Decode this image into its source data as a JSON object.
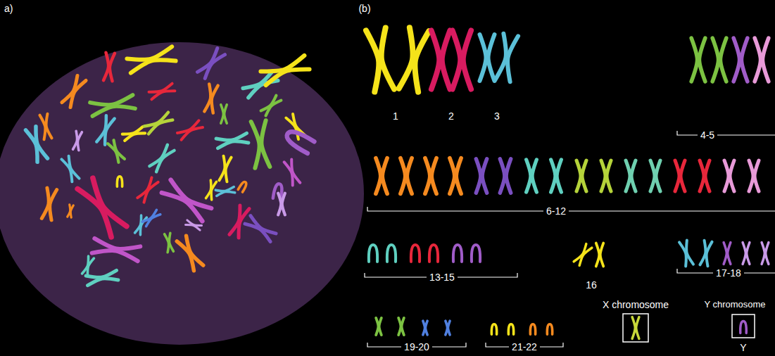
{
  "diagram": {
    "labels": [
      "a)",
      "(b)",
      "1",
      "2",
      "3",
      "4-5",
      "6-12",
      "13-15",
      "16",
      "17-18",
      "19-20",
      "21-22",
      "X chromosome",
      "Y chromosome",
      "Y"
    ]
  }
}
